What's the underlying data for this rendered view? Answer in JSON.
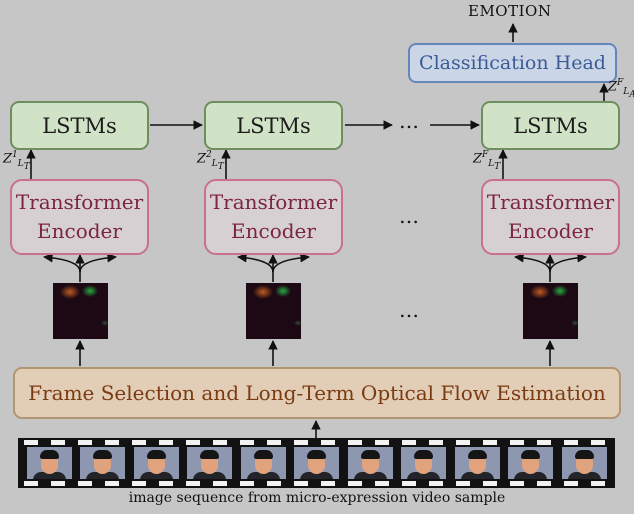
{
  "output_label": "EMOTION",
  "classification_head": "Classification Head",
  "lstm_label": "LSTMs",
  "encoder_line1": "Transformer",
  "encoder_line2": "Encoder",
  "ellipsis": "…",
  "z_symbol": "Z",
  "z_sub_lt": "L",
  "z_sub_sub_t": "T",
  "z_sub_sub_a": "A",
  "z_sups": [
    "1",
    "2",
    "F",
    "F"
  ],
  "frame_selection": "Frame Selection and Long-Term Optical Flow Estimation",
  "caption": "image sequence from micro-expression video sample",
  "film_frame_count": 11,
  "colors": {
    "background": "#c6c6c6",
    "lstm_fill": "#d1e3c6",
    "lstm_border": "#6e8e5e",
    "encoder_border": "#c8708c",
    "encoder_text": "#7c2442",
    "head_fill": "#cad5e6",
    "head_border": "#6586ba",
    "head_text": "#3c5a98",
    "flow_fill": "#e2cdb6",
    "flow_text": "#7a3a12"
  }
}
